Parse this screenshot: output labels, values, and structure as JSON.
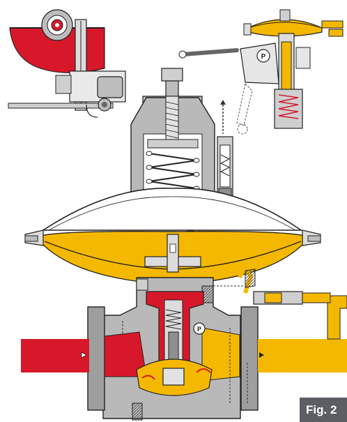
{
  "figure": {
    "label": "Fig. 2",
    "pilot_label": "P",
    "inset_label": "P"
  },
  "colors": {
    "upstream": "#d7182a",
    "downstream": "#f5b800",
    "body": "#b9b9b9",
    "body_dark": "#8f8f8f",
    "outline": "#222222",
    "label_bg": "#5b5e62"
  }
}
